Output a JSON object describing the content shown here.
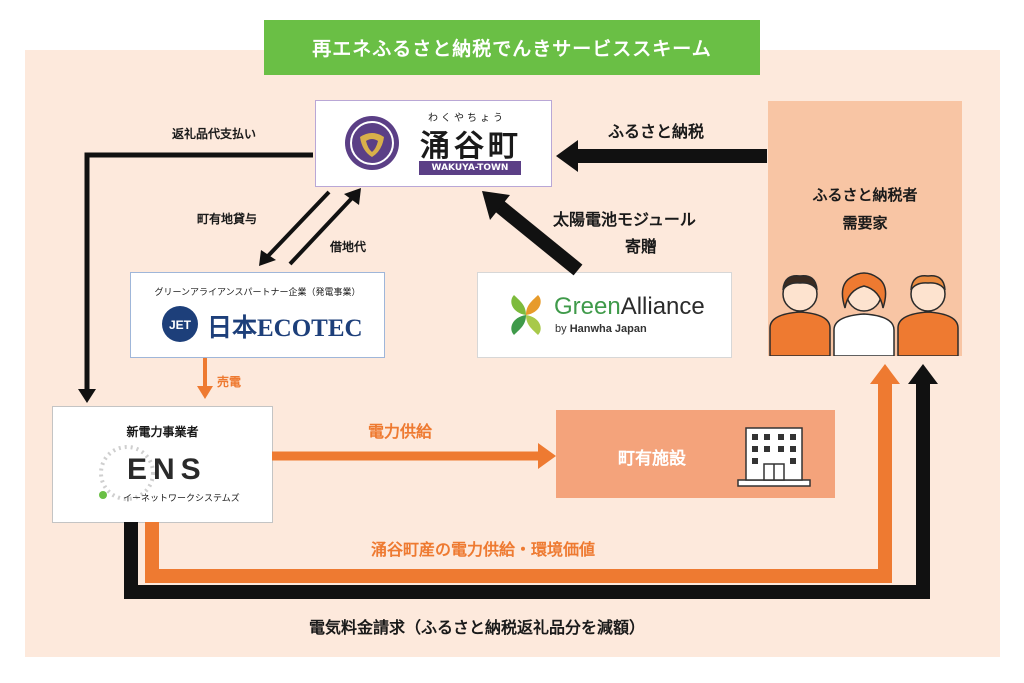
{
  "title": "再エネふるさと納税でんきサービススキーム",
  "wakuya": {
    "ruby": "わくやちょう",
    "name": "涌谷町",
    "sub": "WAKUYA-TOWN"
  },
  "ecotec": {
    "caption": "グリーンアライアンスパートナー企業（発電事業）",
    "name": "日本ECOTEC",
    "logo_letters": "JET"
  },
  "green_alliance": {
    "name_green": "Green",
    "name_rest": "Alliance",
    "by": "by",
    "company": "Hanwha Japan"
  },
  "ens": {
    "caption": "新電力事業者",
    "logo": "ENS",
    "sub": "イーネットワークシステムズ"
  },
  "facility": {
    "label": "町有施設"
  },
  "donor": {
    "line1": "ふるさと納税者",
    "line2": "需要家"
  },
  "labels": {
    "return_gift_payment": "返礼品代支払い",
    "land_lease": "町有地貸与",
    "land_rent": "借地代",
    "furusato_tax": "ふるさと納税",
    "solar_module": "太陽電池モジュール",
    "donation": "寄贈",
    "sell_power": "売電",
    "power_supply": "電力供給",
    "local_power": "涌谷町産の電力供給・環境価値",
    "billing": "電気料金請求（ふるさと納税返礼品分を減額）"
  },
  "colors": {
    "banner": "#6abf45",
    "panel": "#fde9dc",
    "orange": "#ee7a31",
    "facility": "#f4a37b",
    "donor": "#f8c5a4",
    "purple": "#5b3f86",
    "navy": "#1d3f7a"
  }
}
